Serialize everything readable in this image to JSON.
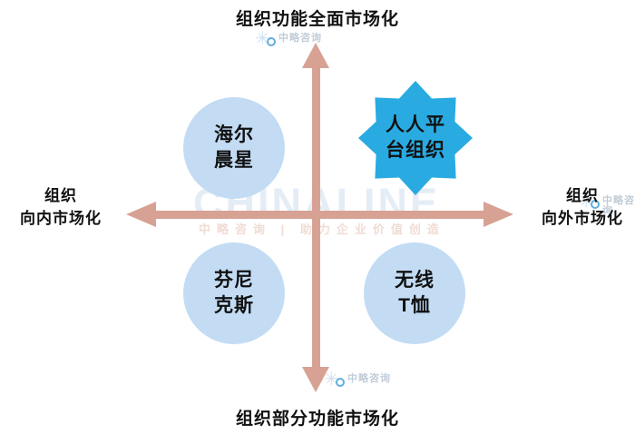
{
  "colors": {
    "axis": "#d7a293",
    "bubble": "#c3dcf4",
    "star": "#29abe2",
    "label": "#111111",
    "wm-brand": "#e4edf6",
    "wm-tagline": "#f0dcd4",
    "wm-logo": "#b6c4d2",
    "wm-ring": "#46a0d9"
  },
  "axes": {
    "top": "组织功能全面市场化",
    "bottom": "组织部分功能市场化",
    "left": {
      "line1": "组织",
      "line2": "向内市场化"
    },
    "right": {
      "line1": "组织",
      "line2": "向外市场化"
    }
  },
  "quadrants": {
    "top_left": {
      "shape": "circle",
      "line1": "海尔",
      "line2": "晨星"
    },
    "top_right": {
      "shape": "star",
      "line1": "人人平",
      "line2": "台组织"
    },
    "bottom_left": {
      "shape": "circle",
      "line1": "芬尼",
      "line2": "克斯"
    },
    "bottom_right": {
      "shape": "circle",
      "line1": "无线",
      "line2": "T恤"
    }
  },
  "watermark": {
    "brand": "CHINALINE",
    "tagline": "中略咨询 | 助力企业价值创造",
    "logo_text": "中略咨询",
    "logo_caption": "·  ·  ·  ·  ·  ·  ·  ·",
    "gear_glyph": "✳"
  }
}
